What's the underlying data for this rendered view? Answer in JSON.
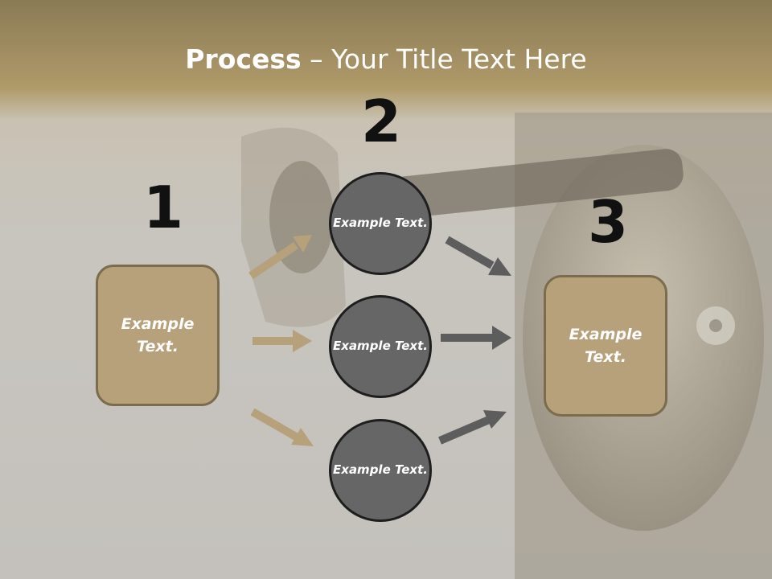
{
  "title": {
    "bold": "Process",
    "rest": " – Your Title Text Here"
  },
  "steps": {
    "one": {
      "number": "1",
      "text": "Example Text."
    },
    "two": {
      "number": "2"
    },
    "three": {
      "number": "3",
      "text": "Example Text."
    }
  },
  "circles": [
    {
      "text": "Example Text."
    },
    {
      "text": "Example Text."
    },
    {
      "text": "Example Text."
    }
  ],
  "colors": {
    "gold": "#b6a17a",
    "gold_border": "#7b6c4d",
    "circle_fill": "#666666",
    "arrow_gray": "#5d5d5d"
  }
}
